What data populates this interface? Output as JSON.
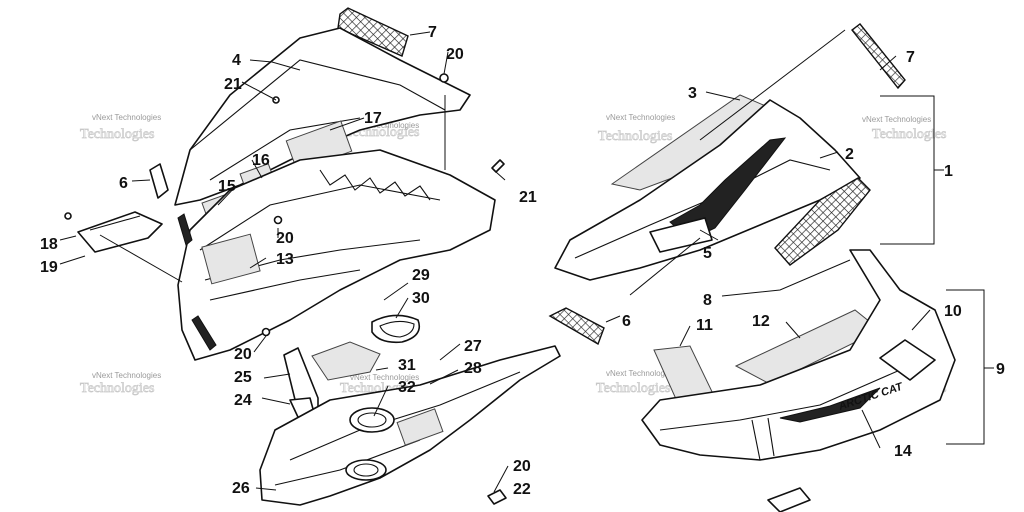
{
  "watermark": {
    "text": "vNext Technologies",
    "big_text": "Technologies"
  },
  "callouts": {
    "c1": "1",
    "c2": "2",
    "c3": "3",
    "c4": "4",
    "c5": "5",
    "c6a": "6",
    "c6b": "6",
    "c7a": "7",
    "c7b": "7",
    "c8": "8",
    "c9": "9",
    "c10": "10",
    "c11": "11",
    "c12": "12",
    "c13": "13",
    "c14": "14",
    "c15": "15",
    "c16": "16",
    "c17": "17",
    "c18": "18",
    "c19": "19",
    "c20a": "20",
    "c20b": "20",
    "c20c": "20",
    "c20d": "20",
    "c21a": "21",
    "c21b": "21",
    "c22": "22",
    "c24": "24",
    "c25": "25",
    "c26": "26",
    "c27": "27",
    "c28": "28",
    "c29": "29",
    "c30": "30",
    "c31": "31",
    "c32": "32"
  },
  "decal_text": "ARCTIC CAT"
}
